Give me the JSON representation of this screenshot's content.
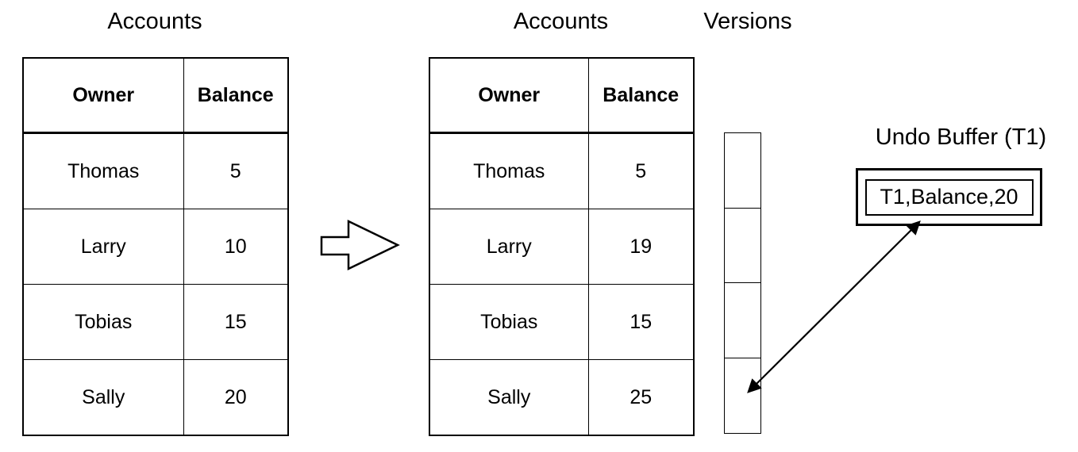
{
  "colors": {
    "ink": "#000000",
    "background": "#ffffff"
  },
  "before_table": {
    "title": "Accounts",
    "headers": [
      "Owner",
      "Balance"
    ],
    "rows": [
      [
        "Thomas",
        "5"
      ],
      [
        "Larry",
        "10"
      ],
      [
        "Tobias",
        "15"
      ],
      [
        "Sally",
        "20"
      ]
    ]
  },
  "after_table": {
    "title": "Accounts",
    "headers": [
      "Owner",
      "Balance"
    ],
    "rows": [
      [
        "Thomas",
        "5"
      ],
      [
        "Larry",
        "19"
      ],
      [
        "Tobias",
        "15"
      ],
      [
        "Sally",
        "25"
      ]
    ]
  },
  "versions": {
    "title": "Versions",
    "cell_count": 4
  },
  "undo_buffer": {
    "title": "Undo Buffer (T1)",
    "entry": "T1,Balance,20"
  }
}
